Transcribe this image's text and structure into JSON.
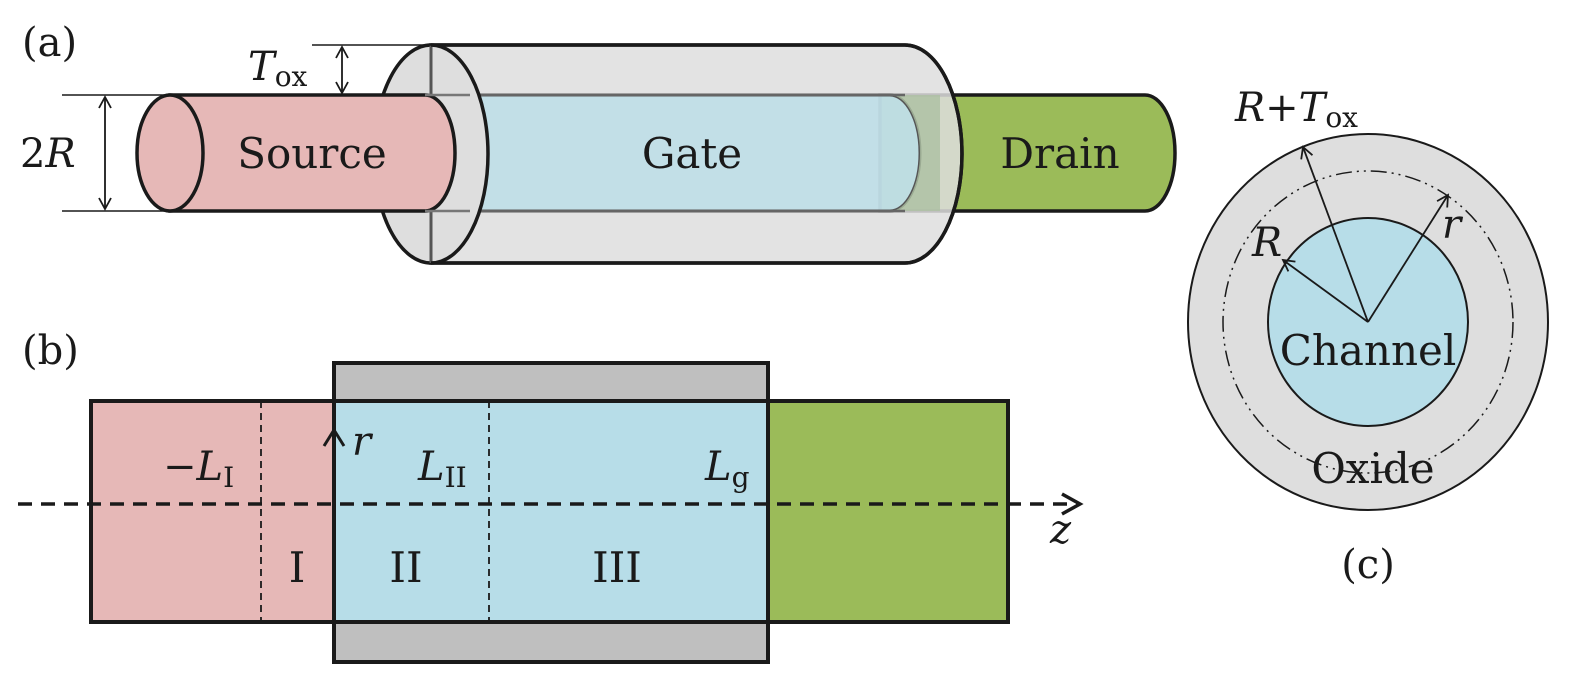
{
  "colors": {
    "source": "#e6b8b7",
    "gate_shell": "#dedede",
    "channel": "#b7dde8",
    "drain": "#9bbb59",
    "gate_box": "#bfbfbf",
    "drain_overlap": "#abbfa1",
    "oxide": "#dedede",
    "stroke": "#1a1a1a"
  },
  "panel_a": {
    "label": "(a)",
    "source": "Source",
    "gate": "Gate",
    "drain": "Drain",
    "dim_2r_main": "2",
    "dim_2r_var": "R",
    "tox_main": "T",
    "tox_sub": "ox"
  },
  "panel_b": {
    "label": "(b)",
    "minus": "−",
    "l1_main": "L",
    "l1_sub": "I",
    "l2_main": "L",
    "l2_sub": "II",
    "lg_main": "L",
    "lg_sub": "g",
    "r_axis": "r",
    "z_axis": "z",
    "region_1": "I",
    "region_2": "II",
    "region_3": "III"
  },
  "panel_c": {
    "label": "(c)",
    "outer_r": "R",
    "outer_plus": "+",
    "outer_t": "T",
    "outer_sub": "ox",
    "r_label": "R",
    "r_small": "r",
    "channel": "Channel",
    "oxide": "Oxide"
  }
}
